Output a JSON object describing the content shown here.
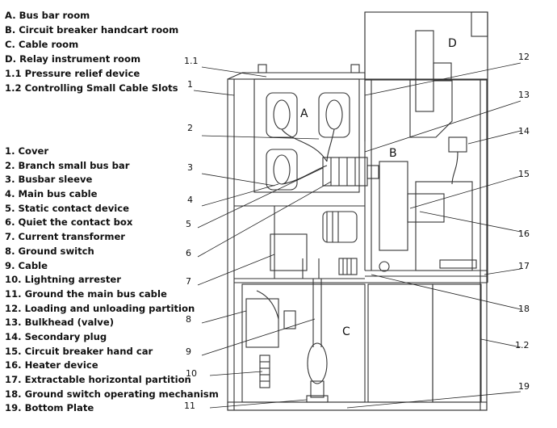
{
  "room_legend": [
    "A. Bus bar room",
    "B. Circuit breaker handcart room",
    "C. Cable room",
    "D. Relay instrument room",
    "1.1 Pressure relief device",
    "1.2 Controlling Small Cable Slots"
  ],
  "parts_legend": [
    "1.  Cover",
    "2. Branch small bus bar",
    "3. Busbar sleeve",
    "4. Main bus cable",
    "5. Static contact device",
    "6. Quiet the contact box",
    "7. Current transformer",
    "8. Ground switch",
    "9. Cable",
    "10. Lightning arrester",
    "11. Ground the main bus cable",
    "12. Loading and unloading partition",
    "13. Bulkhead (valve)",
    "14. Secondary plug",
    "15. Circuit breaker hand car",
    "16. Heater device",
    "17. Extractable horizontal partition",
    "18. Ground switch operating mechanism",
    "19. Bottom Plate"
  ],
  "room_letters": {
    "a": "A",
    "b": "B",
    "c": "C",
    "d": "D"
  },
  "callouts": {
    "n1_1": "1.1",
    "n1": "1",
    "n2": "2",
    "n3": "3",
    "n4": "4",
    "n5": "5",
    "n6": "6",
    "n7": "7",
    "n8": "8",
    "n9": "9",
    "n10": "10",
    "n11": "11",
    "n12": "12",
    "n13": "13",
    "n14": "14",
    "n15": "15",
    "n16": "16",
    "n17": "17",
    "n18": "18",
    "n19": "19",
    "n1_2": "1.2"
  }
}
